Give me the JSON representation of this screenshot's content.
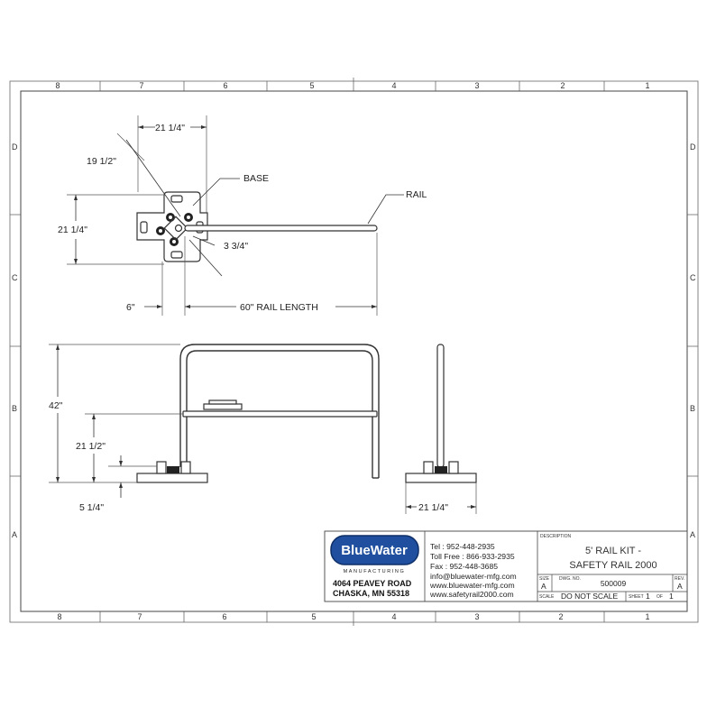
{
  "drawing": {
    "zones_top": [
      "8",
      "7",
      "6",
      "5",
      "4",
      "3",
      "2",
      "1"
    ],
    "zones_bottom": [
      "8",
      "7",
      "6",
      "5",
      "4",
      "3",
      "2",
      "1"
    ],
    "zones_left": [
      "D",
      "C",
      "B",
      "A"
    ],
    "zones_right": [
      "D",
      "C",
      "B",
      "A"
    ],
    "labels": {
      "base": "BASE",
      "rail": "RAIL"
    },
    "dimensions": {
      "top_width": "21 1/4\"",
      "diagonal": "19 1/2\"",
      "left_height": "21 1/4\"",
      "rail_offset": "3 3/4\"",
      "pipe_offset": "6\"",
      "rail_length": "60\" RAIL LENGTH",
      "total_height": "42\"",
      "mid_height": "21 1/2\"",
      "base_height": "5 1/4\"",
      "side_width": "21 1/4\""
    }
  },
  "title_block": {
    "company": {
      "logo": "BlueWater",
      "logo_sub": "MANUFACTURING",
      "address_line1": "4064 PEAVEY ROAD",
      "address_line2": "CHASKA, MN 55318",
      "contact_lines": [
        "Tel : 952-448-2935",
        "Toll Free : 866-933-2935",
        "Fax : 952-448-3685",
        "info@bluewater-mfg.com",
        "www.bluewater-mfg.com",
        "www.safetyrail2000.com"
      ]
    },
    "description_label": "DESCRIPTION",
    "description_line1": "5' RAIL KIT -",
    "description_line2": "SAFETY RAIL 2000",
    "size_label": "SIZE",
    "size_value": "A",
    "dwg_no_label": "DWG. NO.",
    "dwg_no_value": "500009",
    "rev_label": "REV.",
    "rev_value": "A",
    "scale_label": "SCALE",
    "scale_value": "DO NOT SCALE",
    "sheet_label": "SHEET",
    "sheet_value": "1",
    "of_label": "OF",
    "of_value": "1"
  },
  "colors": {
    "logo_blue": "#1f4f9e",
    "line": "#333333"
  }
}
